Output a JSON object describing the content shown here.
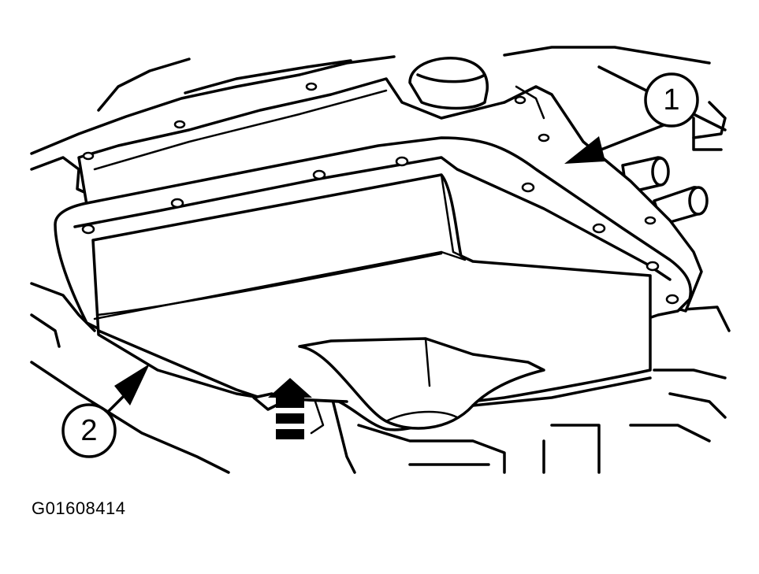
{
  "callouts": [
    {
      "label": "1"
    },
    {
      "label": "2"
    }
  ],
  "figure_code": "G01608414"
}
